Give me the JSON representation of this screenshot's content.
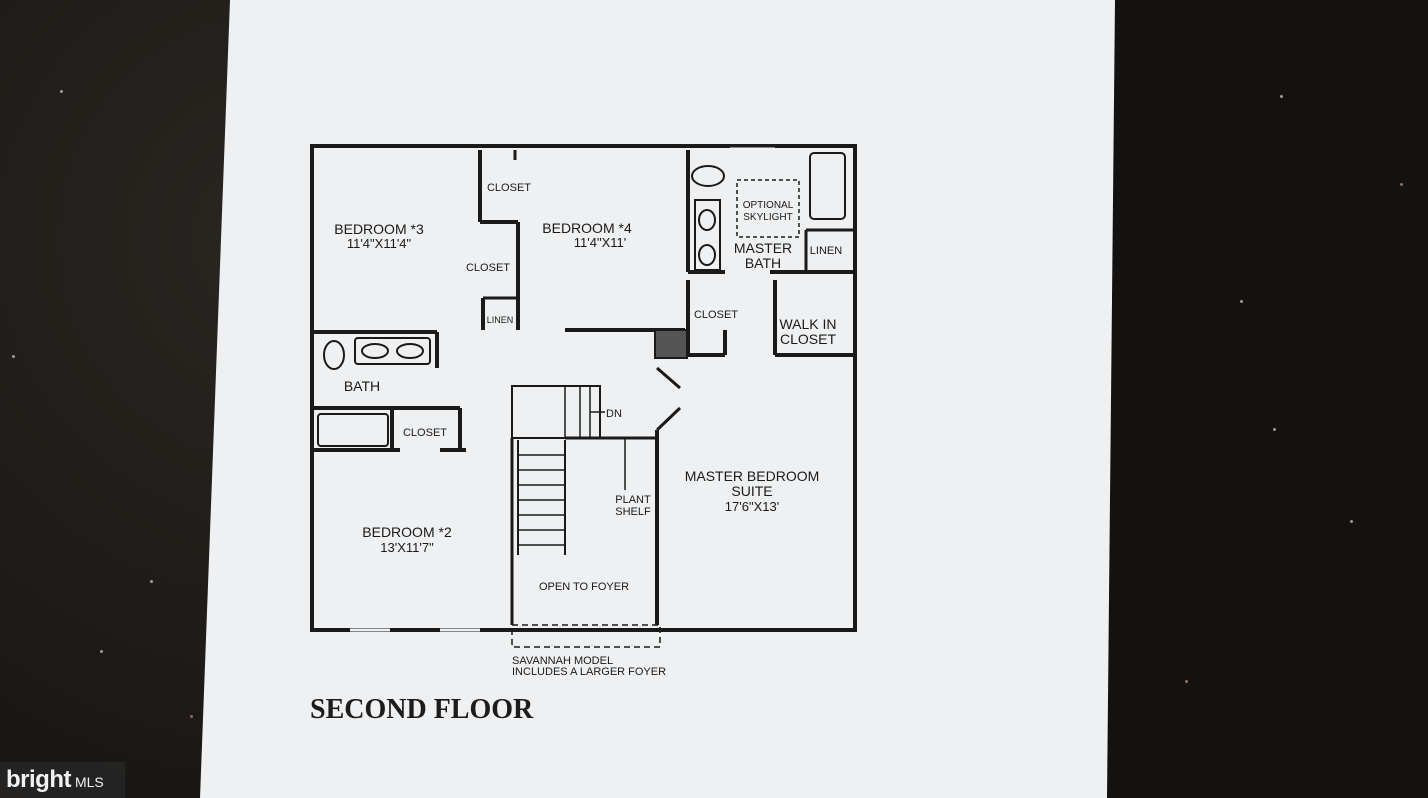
{
  "plan": {
    "title": "SECOND FLOOR",
    "footnote_line1": "SAVANNAH MODEL",
    "footnote_line2": "INCLUDES A LARGER FOYER",
    "rooms": {
      "bedroom3_name": "BEDROOM *3",
      "bedroom3_size": "11'4\"X11'4\"",
      "bedroom4_name": "BEDROOM *4",
      "bedroom4_size": "11'4\"X11'",
      "bedroom2_name": "BEDROOM *2",
      "bedroom2_size": "13'X11'7\"",
      "master_name_1": "MASTER BEDROOM",
      "master_name_2": "SUITE",
      "master_size": "17'6\"X13'",
      "bath": "BATH",
      "master_bath_1": "MASTER",
      "master_bath_2": "BATH",
      "optional_1": "OPTIONAL",
      "optional_2": "SKYLIGHT",
      "linen_master": "LINEN",
      "linen_hall": "LINEN",
      "walkin_1": "WALK IN",
      "walkin_2": "CLOSET",
      "closet_b4_top": "CLOSET",
      "closet_b3": "CLOSET",
      "closet_master": "CLOSET",
      "closet_bath": "CLOSET",
      "dn": "DN",
      "plant_1": "PLANT",
      "plant_2": "SHELF",
      "open_foyer": "OPEN TO FOYER"
    }
  },
  "watermark": {
    "brand": "bright",
    "suffix": "MLS"
  },
  "colors": {
    "paper": "#eef0f2",
    "ink": "#1a1a1a",
    "background": "#161412"
  }
}
